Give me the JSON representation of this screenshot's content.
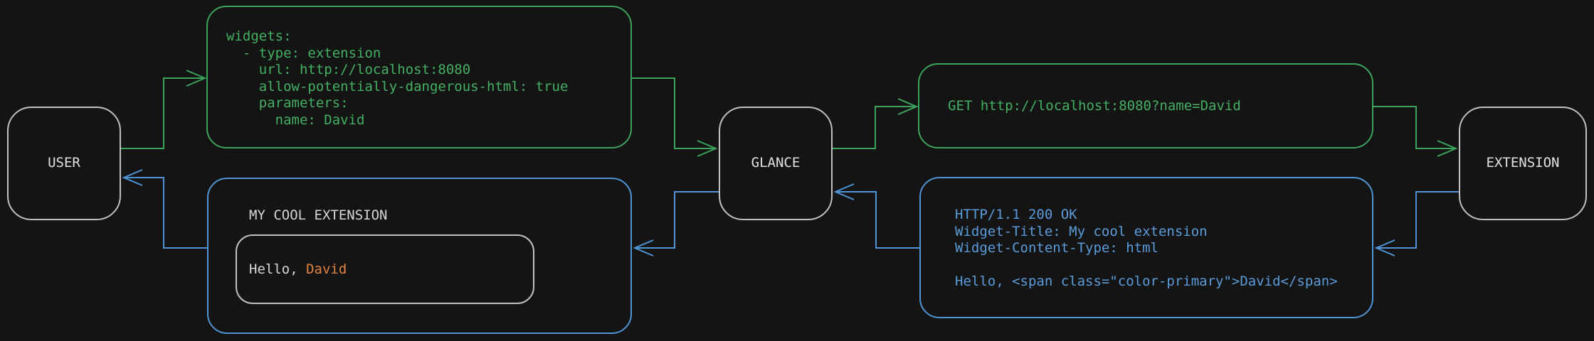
{
  "colors": {
    "background": "#141414",
    "request_green": "#3ca35a",
    "request_green_text": "#43b062",
    "response_blue": "#4f95d6",
    "response_blue_text": "#5a9cda",
    "node_border_gray": "#c0c0c0",
    "text_light": "#e2e2e2",
    "text_gray": "#d6d6d6",
    "accent_orange": "#e08440"
  },
  "nodes": {
    "user": {
      "label": "USER"
    },
    "glance": {
      "label": "GLANCE"
    },
    "extension": {
      "label": "EXTENSION"
    }
  },
  "config_box": {
    "code": "widgets:\n  - type: extension\n    url: http://localhost:8080\n    allow-potentially-dangerous-html: true\n    parameters:\n      name: David"
  },
  "request_box": {
    "code": "GET http://localhost:8080?name=David"
  },
  "response_box": {
    "code": "HTTP/1.1 200 OK\nWidget-Title: My cool extension\nWidget-Content-Type: html\n\nHello, <span class=\"color-primary\">David</span>"
  },
  "widget_preview": {
    "title": "MY COOL EXTENSION",
    "greeting_prefix": "Hello, ",
    "greeting_name": "David"
  }
}
